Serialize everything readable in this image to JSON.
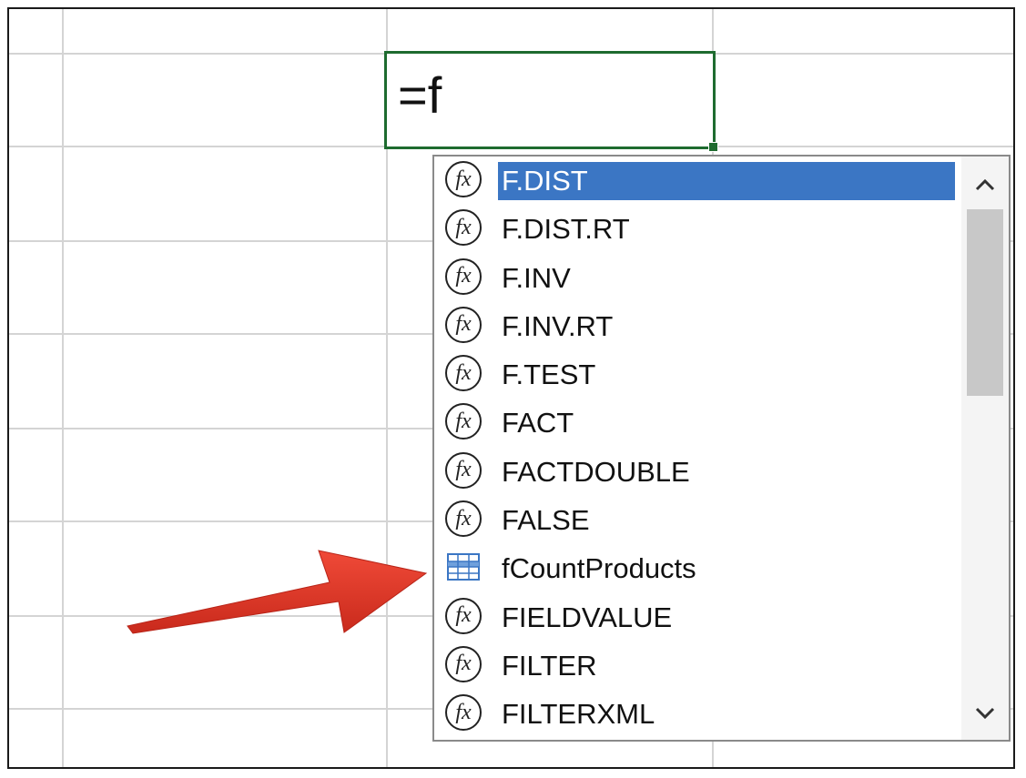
{
  "cell": {
    "formula_text": "=f"
  },
  "autocomplete": {
    "items": [
      {
        "label": "F.DIST",
        "icon": "function-icon",
        "selected": true
      },
      {
        "label": "F.DIST.RT",
        "icon": "function-icon"
      },
      {
        "label": "F.INV",
        "icon": "function-icon"
      },
      {
        "label": "F.INV.RT",
        "icon": "function-icon"
      },
      {
        "label": "F.TEST",
        "icon": "function-icon"
      },
      {
        "label": "FACT",
        "icon": "function-icon"
      },
      {
        "label": "FACTDOUBLE",
        "icon": "function-icon"
      },
      {
        "label": "FALSE",
        "icon": "function-icon"
      },
      {
        "label": "fCountProducts",
        "icon": "table-name-icon"
      },
      {
        "label": "FIELDVALUE",
        "icon": "function-icon"
      },
      {
        "label": "FILTER",
        "icon": "function-icon"
      },
      {
        "label": "FILTERXML",
        "icon": "function-icon"
      }
    ],
    "fx_glyph": "fx",
    "scroll_up_glyph": "⌃",
    "scroll_down_glyph": "⌄"
  },
  "colors": {
    "cell_border": "#1e6b2f",
    "selection": "#3b76c4",
    "arrow": "#e03a2a",
    "table_icon": "#3b76c4"
  }
}
